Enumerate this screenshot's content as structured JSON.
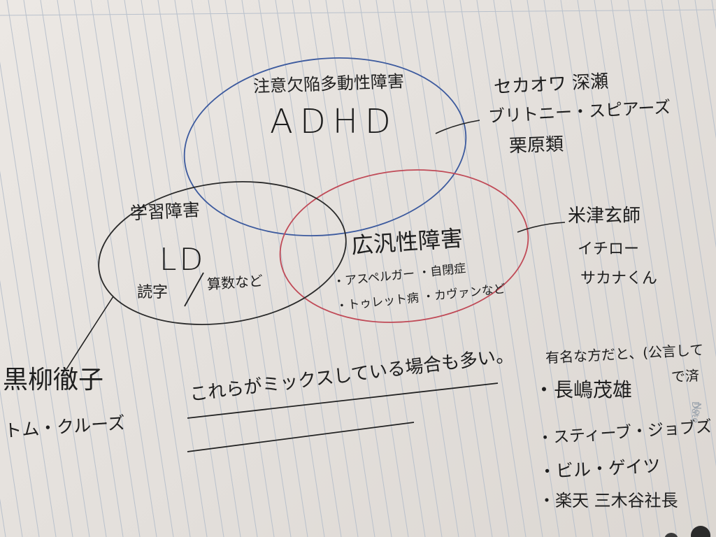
{
  "colors": {
    "paper": "#e6e2de",
    "rule_line": "#b9c1cc",
    "ink": "#1e1e1e",
    "adhd_circle": "#3c5a9e",
    "pdd_circle": "#c04a57"
  },
  "adhd": {
    "title_ja": "注意欠陥多動性障害",
    "abbr": "ADHD"
  },
  "adhd_examples": [
    "セカオワ 深瀬",
    "ブリトニー・スピアーズ",
    "栗原類"
  ],
  "ld": {
    "title_ja": "学習障害",
    "abbr": "LD",
    "sub_left": "読字",
    "sub_right": "算数など"
  },
  "ld_examples": [
    "黒柳徹子",
    "トム・クルーズ"
  ],
  "pdd": {
    "title_ja": "広汎性障害",
    "items": [
      "・アスペルガー ・自閉症",
      "・トゥレット病 ・カヴァンなど"
    ]
  },
  "pdd_examples": [
    "米津玄師",
    "イチロー",
    "サカナくん"
  ],
  "mixed_note": "これらがミックスしている場合も多い。",
  "famous": {
    "header": "有名な方だと、(公言して",
    "header_cont": "で済",
    "list": [
      "・長嶋茂雄",
      "・スティーブ・ジョブズ",
      "・ビル・ゲイツ",
      "・楽天 三木谷社長"
    ]
  },
  "margin_marks": {
    "no": "No.",
    "date": "Date"
  }
}
